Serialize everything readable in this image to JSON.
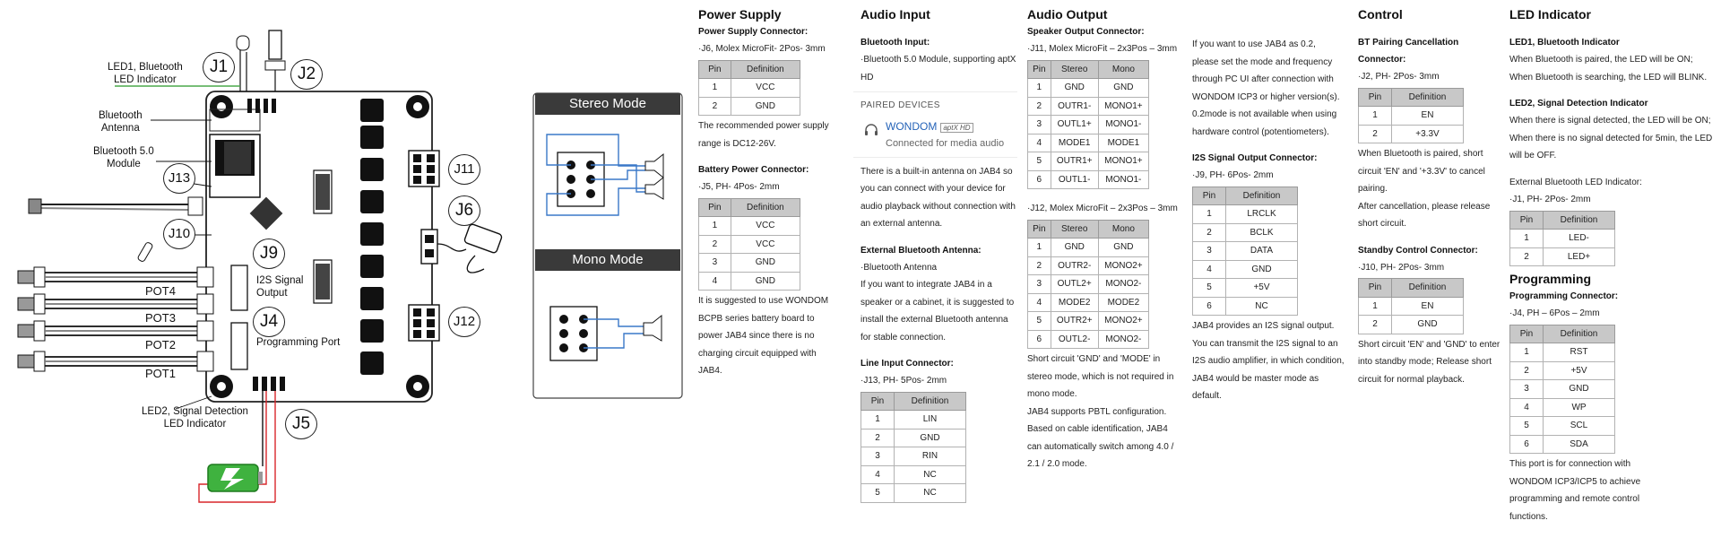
{
  "diagram": {
    "labels": {
      "led1": "LED1, Bluetooth\nLED Indicator",
      "antenna": "Bluetooth\nAntenna",
      "module": "Bluetooth 5.0\nModule",
      "i2s": "I2S Signal\nOutput",
      "prog": "Programming Port",
      "led2": "LED2, Signal Detection\nLED Indicator",
      "pot4": "POT4",
      "pot3": "POT3",
      "pot2": "POT2",
      "pot1": "POT1"
    },
    "jacks": {
      "j1": "J1",
      "j2": "J2",
      "j13": "J13",
      "j10": "J10",
      "j9": "J9",
      "j4": "J4",
      "j5": "J5",
      "j11": "J11",
      "j6": "J6",
      "j12": "J12"
    },
    "modes": {
      "stereo": "Stereo Mode",
      "mono": "Mono Mode"
    }
  },
  "power": {
    "title": "Power Supply",
    "conn_title": "Power Supply Connector:",
    "conn_spec": "·J6, Molex MicroFit- 2Pos- 3mm",
    "headers": [
      "Pin",
      "Definition"
    ],
    "rows": [
      [
        "1",
        "VCC"
      ],
      [
        "2",
        "GND"
      ]
    ],
    "note": "The recommended power supply range is DC12-26V.",
    "bat_title": "Battery Power Connector:",
    "bat_spec": "·J5, PH- 4Pos- 2mm",
    "bat_rows": [
      [
        "1",
        "VCC"
      ],
      [
        "2",
        "VCC"
      ],
      [
        "3",
        "GND"
      ],
      [
        "4",
        "GND"
      ]
    ],
    "bat_note": "It is suggested to use WONDOM BCPB series battery board to power JAB4 since there is no charging circuit equipped with JAB4."
  },
  "audio_input": {
    "title": "Audio Input",
    "bt_title": "Bluetooth Input:",
    "bt_desc": "·Bluetooth 5.0 Module, supporting aptX HD",
    "paired": {
      "header": "PAIRED DEVICES",
      "device": "WONDOM",
      "badge": "aptX HD",
      "status": "Connected for media audio"
    },
    "bt_note": "There is a built-in antenna on JAB4 so you can connect with your device for audio playback without connection with an external antenna.",
    "ext_title": "External Bluetooth Antenna:",
    "ext_spec": "·Bluetooth Antenna",
    "ext_note": "If you want to integrate JAB4 in a speaker or a cabinet, it is suggested to install the external Bluetooth antenna for stable connection.",
    "line_title": "Line Input Connector:",
    "line_spec": "·J13, PH- 5Pos- 2mm",
    "headers": [
      "Pin",
      "Definition"
    ],
    "line_rows": [
      [
        "1",
        "LIN"
      ],
      [
        "2",
        "GND"
      ],
      [
        "3",
        "RIN"
      ],
      [
        "4",
        "NC"
      ],
      [
        "5",
        "NC"
      ]
    ]
  },
  "audio_output": {
    "title": "Audio Output",
    "spk_title": "Speaker Output Connector:",
    "j11_spec": "·J11, Molex MicroFit – 2x3Pos – 3mm",
    "headers": [
      "Pin",
      "Stereo",
      "Mono"
    ],
    "j11_rows": [
      [
        "1",
        "GND",
        "GND"
      ],
      [
        "2",
        "OUTR1-",
        "MONO1+"
      ],
      [
        "3",
        "OUTL1+",
        "MONO1-"
      ],
      [
        "4",
        "MODE1",
        "MODE1"
      ],
      [
        "5",
        "OUTR1+",
        "MONO1+"
      ],
      [
        "6",
        "OUTL1-",
        "MONO1-"
      ]
    ],
    "j12_spec": "·J12, Molex MicroFit – 2x3Pos – 3mm",
    "j12_rows": [
      [
        "1",
        "GND",
        "GND"
      ],
      [
        "2",
        "OUTR2-",
        "MONO2+"
      ],
      [
        "3",
        "OUTL2+",
        "MONO2-"
      ],
      [
        "4",
        "MODE2",
        "MODE2"
      ],
      [
        "5",
        "OUTR2+",
        "MONO2+"
      ],
      [
        "6",
        "OUTL2-",
        "MONO2-"
      ]
    ],
    "note1": "Short circuit 'GND' and 'MODE' in stereo mode, which is not required in mono mode.",
    "note2": "JAB4 supports PBTL configuration.",
    "note3": "Based on cable identification, JAB4 can automatically switch among 4.0 / 2.1 / 2.0 mode."
  },
  "misc": {
    "jab_note": "If you want to use JAB4 as 0.2, please set the mode and frequency through PC UI after connection with WONDOM ICP3 or higher version(s). 0.2mode is not available when using hardware control (potentiometers).",
    "i2s_title": "I2S Signal Output Connector:",
    "i2s_spec": "·J9, PH- 6Pos- 2mm",
    "headers": [
      "Pin",
      "Definition"
    ],
    "i2s_rows": [
      [
        "1",
        "LRCLK"
      ],
      [
        "2",
        "BCLK"
      ],
      [
        "3",
        "DATA"
      ],
      [
        "4",
        "GND"
      ],
      [
        "5",
        "+5V"
      ],
      [
        "6",
        "NC"
      ]
    ],
    "i2s_note": "JAB4 provides an I2S signal output. You can transmit the I2S signal to an I2S audio amplifier, in which condition, JAB4 would be master mode as default."
  },
  "control": {
    "title": "Control",
    "bt_title": "BT Pairing Cancellation Connector:",
    "bt_spec": "·J2, PH- 2Pos- 3mm",
    "headers": [
      "Pin",
      "Definition"
    ],
    "bt_rows": [
      [
        "1",
        "EN"
      ],
      [
        "2",
        "+3.3V"
      ]
    ],
    "bt_note1": "When Bluetooth is paired, short circuit 'EN' and '+3.3V' to cancel pairing.",
    "bt_note2": "After cancellation, please release short circuit.",
    "sb_title": "Standby Control Connector:",
    "sb_spec": "·J10, PH- 2Pos- 3mm",
    "sb_rows": [
      [
        "1",
        "EN"
      ],
      [
        "2",
        "GND"
      ]
    ],
    "sb_note": "Short circuit 'EN' and 'GND' to enter into standby mode; Release short circuit for normal playback."
  },
  "led": {
    "title": "LED Indicator",
    "led1_title": "LED1, Bluetooth Indicator",
    "led1_a": "When Bluetooth is paired, the LED will be ON;",
    "led1_b": "When Bluetooth is searching, the LED will BLINK.",
    "led2_title": "LED2, Signal Detection Indicator",
    "led2_a": "When there is signal detected, the LED will be ON;",
    "led2_b": "When there is no signal detected for 5min, the LED will be OFF.",
    "ext_title": "External Bluetooth LED Indicator:",
    "ext_spec": "·J1, PH- 2Pos- 2mm",
    "headers": [
      "Pin",
      "Definition"
    ],
    "ext_rows": [
      [
        "1",
        "LED-"
      ],
      [
        "2",
        "LED+"
      ]
    ],
    "prog_title": "Programming",
    "prog_conn": "Programming Connector:",
    "prog_spec": "·J4, PH – 6Pos – 2mm",
    "prog_rows": [
      [
        "1",
        "RST"
      ],
      [
        "2",
        "+5V"
      ],
      [
        "3",
        "GND"
      ],
      [
        "4",
        "WP"
      ],
      [
        "5",
        "SCL"
      ],
      [
        "6",
        "SDA"
      ]
    ],
    "prog_note": "This port is for connection with WONDOM ICP3/ICP5 to achieve programming and remote control functions."
  },
  "colors": {
    "table_header": "#c8c8c8",
    "link": "#2563b8",
    "green_line": "#4aa84a",
    "red_wire": "#d8262a",
    "blue_wire": "#3a78c8",
    "battery": "#3fb23f"
  }
}
